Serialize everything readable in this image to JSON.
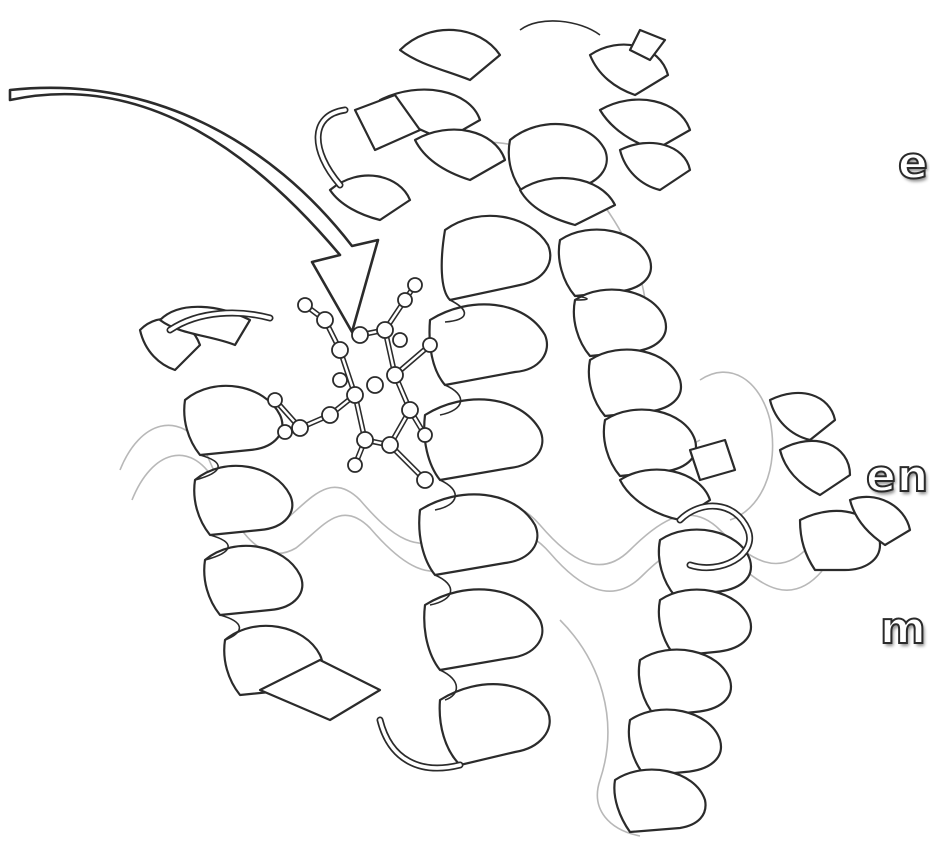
{
  "labels": {
    "top": "e",
    "middle": "en",
    "lower": "m"
  },
  "colors": {
    "ink": "#2b2b2b",
    "ghost": "#b8b8b8",
    "background": "#ffffff"
  }
}
